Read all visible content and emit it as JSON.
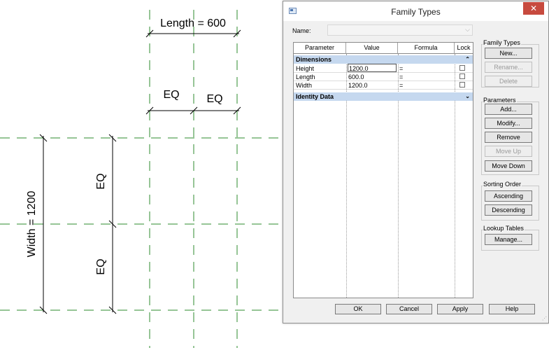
{
  "drawing": {
    "length_label": "Length = 600",
    "width_label": "Width = 1200",
    "eq_label": "EQ"
  },
  "dialog": {
    "title": "Family Types",
    "close_icon": "close-icon",
    "name_label": "Name:",
    "name_value": "",
    "table": {
      "columns": [
        "Parameter",
        "Value",
        "Formula",
        "Lock"
      ],
      "groups": [
        {
          "label": "Dimensions",
          "expanded": true,
          "rows": [
            {
              "parameter": "Height",
              "value": "1200.0",
              "formula": "=",
              "locked": false
            },
            {
              "parameter": "Length",
              "value": "600.0",
              "formula": "=",
              "locked": false
            },
            {
              "parameter": "Width",
              "value": "1200.0",
              "formula": "=",
              "locked": false
            }
          ]
        },
        {
          "label": "Identity Data",
          "expanded": false,
          "rows": []
        }
      ]
    },
    "family_types": {
      "label": "Family Types",
      "new": "New...",
      "rename": "Rename...",
      "delete": "Delete"
    },
    "parameters": {
      "label": "Parameters",
      "add": "Add...",
      "modify": "Modify...",
      "remove": "Remove",
      "move_up": "Move Up",
      "move_down": "Move Down"
    },
    "sorting": {
      "label": "Sorting Order",
      "ascending": "Ascending",
      "descending": "Descending"
    },
    "lookup": {
      "label": "Lookup Tables",
      "manage": "Manage..."
    },
    "footer": {
      "ok": "OK",
      "cancel": "Cancel",
      "apply": "Apply",
      "help": "Help"
    }
  },
  "colors": {
    "reference_plane": "#2e8b2e",
    "dialog_bg": "#f0f0f0",
    "group_header": "#c5d8ef",
    "close_button": "#c74a3e"
  }
}
